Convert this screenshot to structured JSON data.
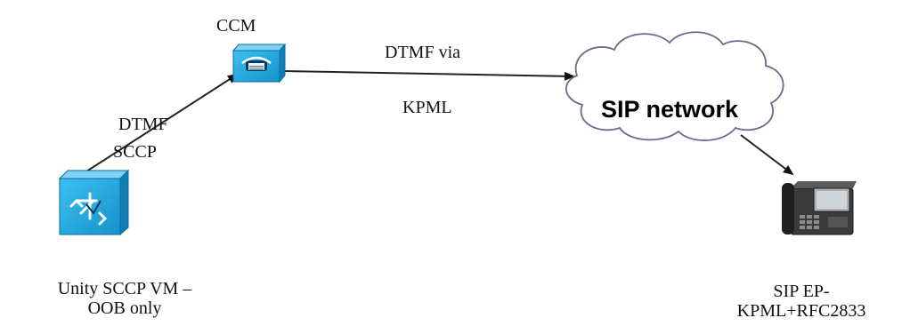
{
  "nodes": {
    "ccm": {
      "label": "CCM",
      "icon": "call-manager-icon"
    },
    "unity": {
      "label_line1": "Unity  SCCP VM –",
      "label_line2": "OOB only",
      "icon": "voicemail-server-icon"
    },
    "sip_network": {
      "label": "SIP network",
      "icon": "cloud-icon"
    },
    "sip_ep": {
      "label_line1": "SIP EP-",
      "label_line2": "KPML+RFC2833",
      "icon": "ip-phone-icon"
    }
  },
  "links": {
    "unity_to_ccm": {
      "line1": "DTMF",
      "line2": "SCCP"
    },
    "ccm_to_sip": {
      "line1": "DTMF via",
      "line2": "KPML"
    }
  },
  "colors": {
    "device_blue": "#1aa3dc",
    "device_dark": "#0a6d9e",
    "cloud_stroke": "#6a6a8a"
  }
}
